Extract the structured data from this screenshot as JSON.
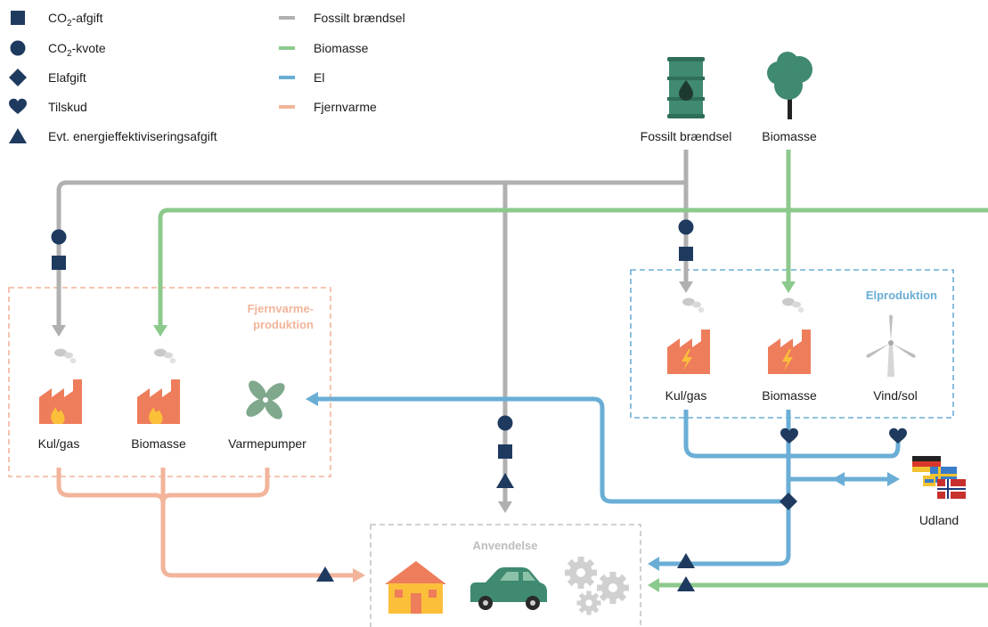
{
  "legend": {
    "symbols": [
      {
        "sym": "square",
        "pre": "CO",
        "sub": "2",
        "post": "-afgift"
      },
      {
        "sym": "circle",
        "pre": "CO",
        "sub": "2",
        "post": "-kvote"
      },
      {
        "sym": "diamond",
        "pre": "Elafgift",
        "sub": "",
        "post": ""
      },
      {
        "sym": "heart",
        "pre": "Tilskud",
        "sub": "",
        "post": ""
      },
      {
        "sym": "triangle",
        "pre": "Evt. energieffektiviseringsafgift",
        "sub": "",
        "post": ""
      }
    ],
    "flows": [
      {
        "label": "Fossilt brændsel",
        "color": "#b0b0b0"
      },
      {
        "label": "Biomasse",
        "color": "#8cc98c"
      },
      {
        "label": "El",
        "color": "#6aaed6"
      },
      {
        "label": "Fjernvarme",
        "color": "#f2b49a"
      }
    ]
  },
  "sources": {
    "fossil": "Fossilt brændsel",
    "biomass": "Biomasse"
  },
  "fjernvarme_box": {
    "title_line1": "Fjernvarme-",
    "title_line2": "produktion",
    "items": [
      "Kul/gas",
      "Biomasse",
      "Varmepumper"
    ]
  },
  "el_box": {
    "title": "Elproduktion",
    "items": [
      "Kul/gas",
      "Biomasse",
      "Vind/sol"
    ]
  },
  "abroad": "Udland",
  "use_box": {
    "title": "Anvendelse"
  },
  "colors": {
    "navy": "#1f3a5f",
    "fossil": "#b0b0b0",
    "biomass": "#8cc98c",
    "el": "#6aaed6",
    "heat": "#f2b49a",
    "factory": "#ee7d5b"
  }
}
